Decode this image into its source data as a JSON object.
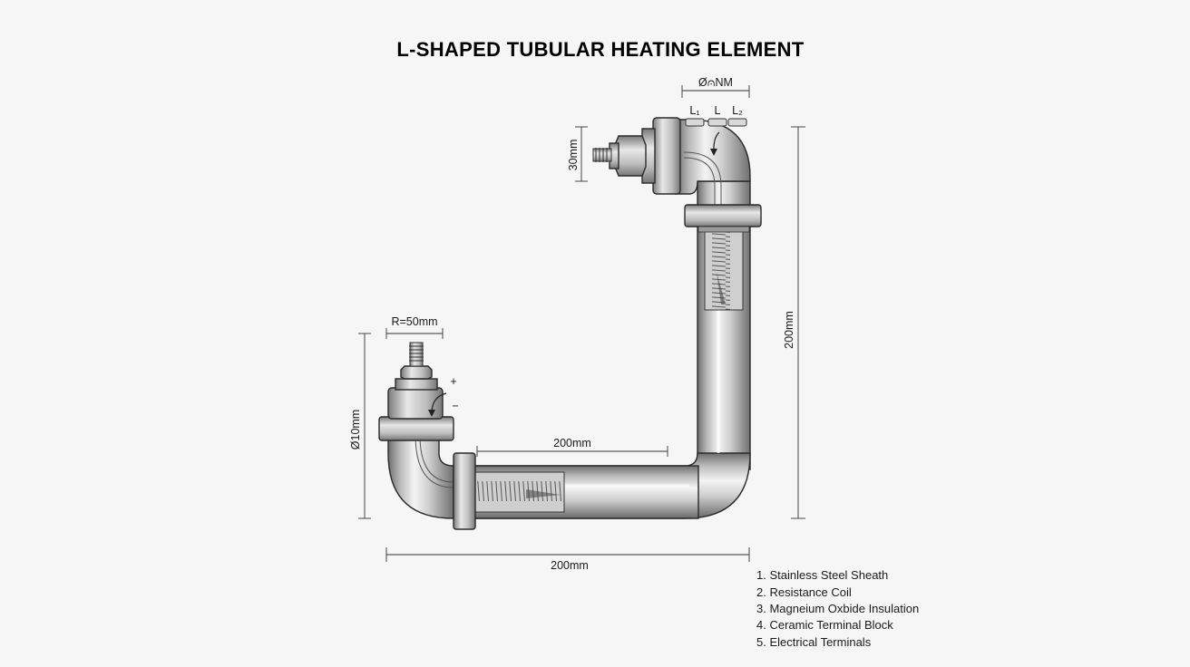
{
  "title": "L-SHAPED TUBULAR HEATING ELEMENT",
  "dimensions": {
    "diameter_top": "Ø⩀NM",
    "terminal_labels": [
      "L₁",
      "L",
      "L₂"
    ],
    "top_terminal_length": "30mm",
    "right_height": "200mm",
    "bend_radius": "R=50mm",
    "left_diameter": "Ø10mm",
    "inner_length": "200mm",
    "overall_width": "200mm"
  },
  "polarity": {
    "plus": "+",
    "minus": "−"
  },
  "legend": [
    "1. Stainless Steel Sheath",
    "2. Resistance Coil",
    "3. Magneium Oxbide Insulation",
    "4. Ceramic Terminal Block",
    "5. Electrical Terminals"
  ]
}
